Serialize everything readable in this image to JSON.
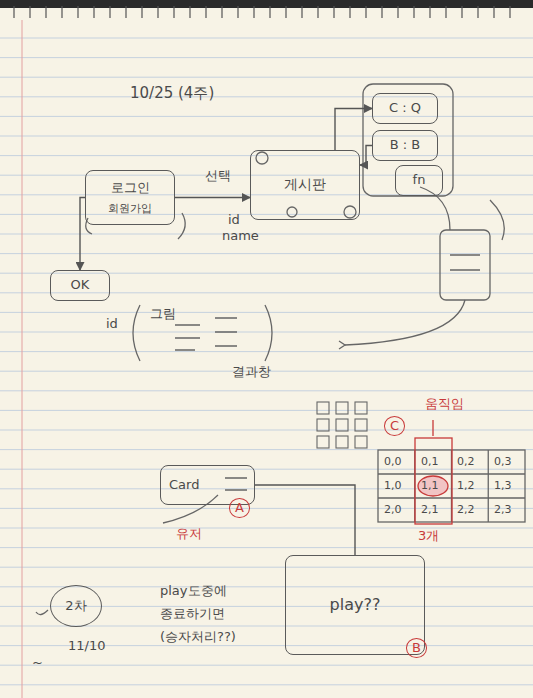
{
  "diagram": {
    "title": "10/25 (4주)",
    "nodes": [
      {
        "text": [
          "로그인",
          "회원가입"
        ]
      },
      {
        "text": [
          "게시판"
        ]
      },
      {
        "text": [
          "C : Q"
        ]
      },
      {
        "text": [
          "B : B"
        ]
      },
      {
        "text": [
          "fn"
        ]
      },
      {
        "text": [
          "OK"
        ]
      },
      {
        "text": [
          "Card"
        ]
      },
      {
        "text": [
          "play??"
        ]
      },
      {
        "text": [
          "2차"
        ]
      }
    ],
    "edges": [
      {
        "from": 0,
        "to": 1,
        "arrow": "to"
      },
      {
        "from": 0,
        "to": 5,
        "arrow": "to"
      },
      {
        "from": 1,
        "to": 2,
        "arrow": "to"
      },
      {
        "from": 3,
        "to": 1,
        "arrow": "to"
      },
      {
        "from": 6,
        "to": 7,
        "arrow": "none"
      }
    ],
    "labels": [
      "선택",
      "id",
      "name",
      "id",
      "그림",
      "결과창",
      "움직임",
      "C",
      "0,0",
      "0,1",
      "0,2",
      "0,3",
      "1,0",
      "1,1",
      "1,2",
      "1,3",
      "2,0",
      "2,1",
      "2,2",
      "2,3",
      "3개",
      "A",
      "유저",
      "B",
      "play도중에",
      "종료하기면",
      "(승자처리??)",
      "11/10",
      "~"
    ]
  }
}
